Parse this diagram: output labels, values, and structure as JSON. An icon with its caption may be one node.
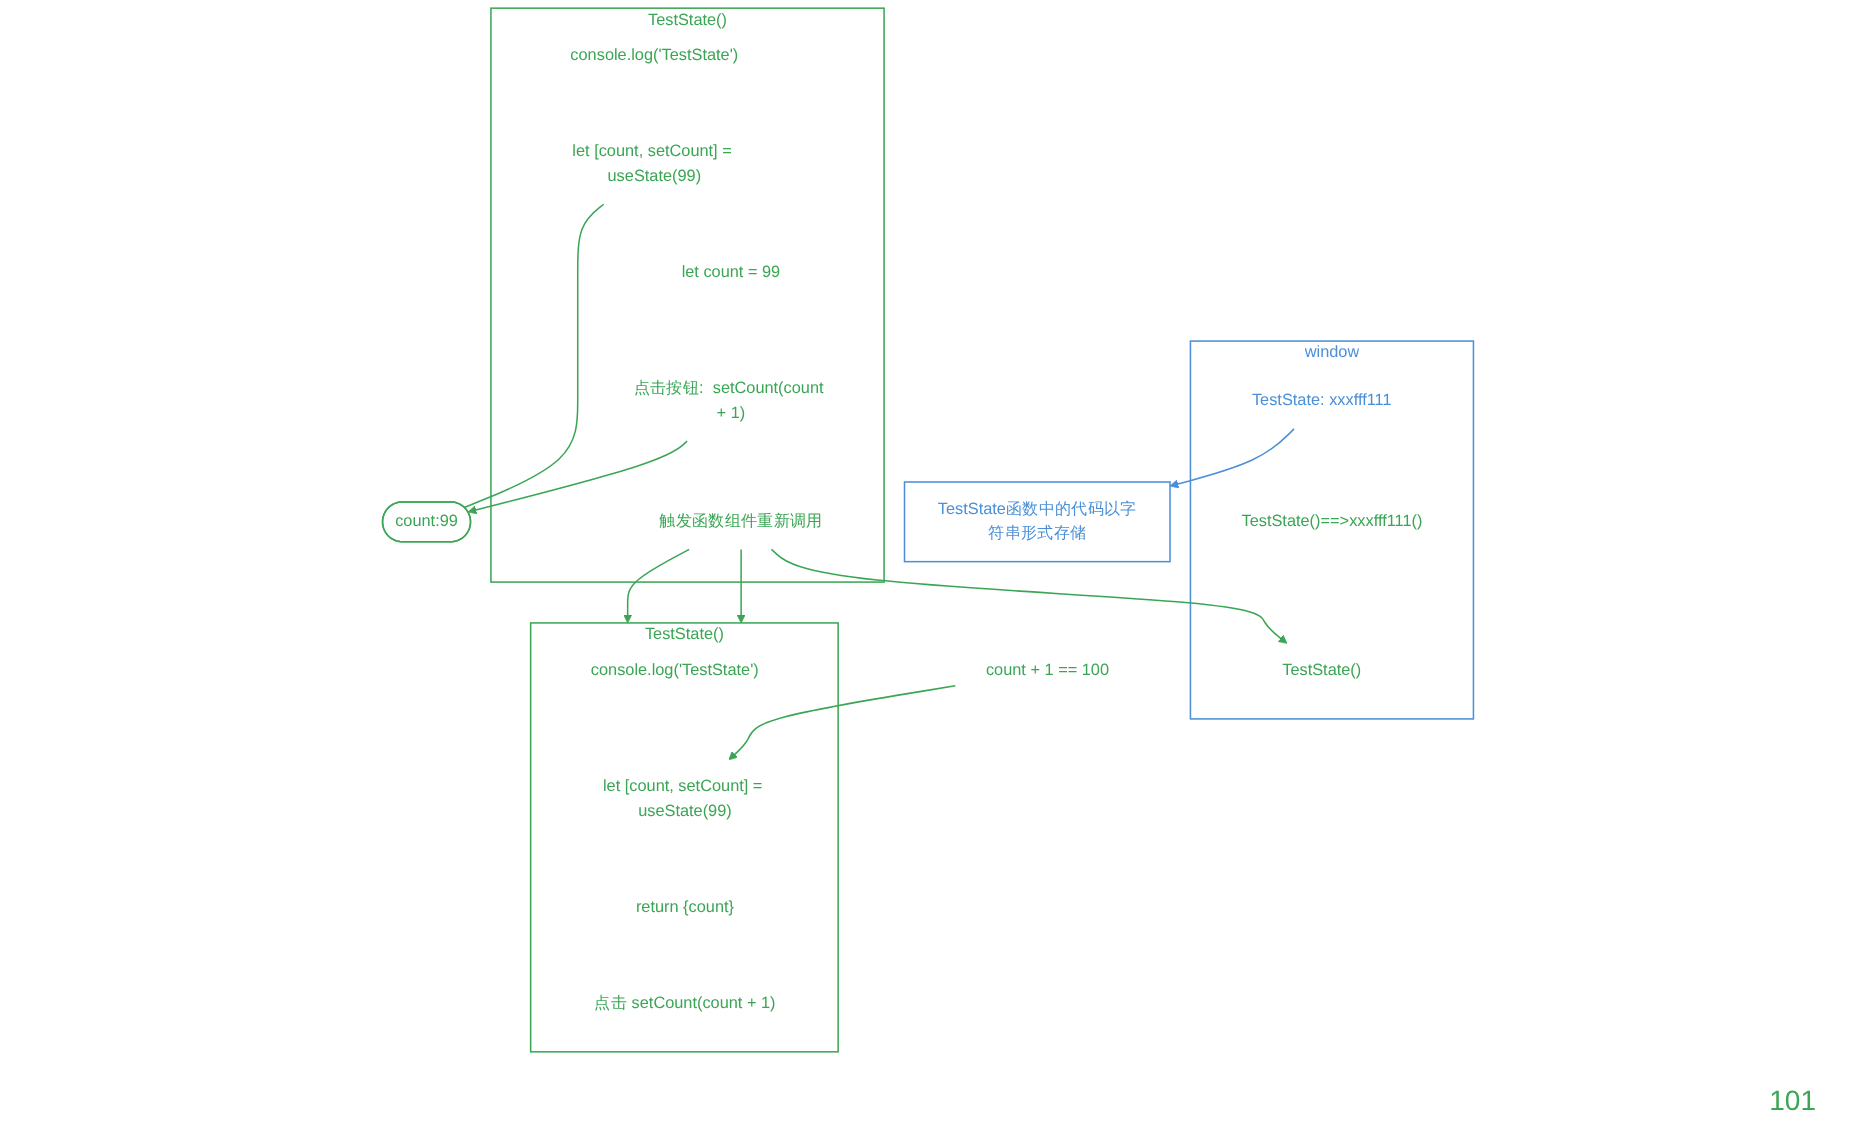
{
  "diagram": {
    "nodes": [
      {
        "text": [
          "window"
        ]
      },
      {
        "text": [
          "TestState:  xxxfff111"
        ],
        "in": 0
      },
      {
        "text": [
          "TestState()==>xxxfff111()"
        ],
        "in": 0
      },
      {
        "text": [
          "TestState()"
        ],
        "in": 0
      },
      {
        "text": [
          "TestState函数中的代码以字符串形式存储"
        ]
      },
      {
        "text": [
          "TestState()"
        ]
      },
      {
        "text": [
          "console.log('TestState')"
        ],
        "in": 5
      },
      {
        "text": [
          "let [count, setCount] = useState(99)"
        ],
        "in": 5
      },
      {
        "text": [
          "let count = 99"
        ],
        "in": 5
      },
      {
        "text": [
          "点击按钮:  setCount(count + 1)"
        ],
        "in": 5
      },
      {
        "text": [
          "触发函数组件重新调用"
        ],
        "in": 5
      },
      {
        "text": [
          "count:99"
        ]
      },
      {
        "text": [
          "count + 1 == 100"
        ]
      },
      {
        "text": [
          "TestState()"
        ]
      },
      {
        "text": [
          "console.log('TestState')"
        ],
        "in": 13
      },
      {
        "text": [
          "let [count, setCount] = useState(99)"
        ],
        "in": 13
      },
      {
        "text": [
          "return  {count}"
        ],
        "in": 13
      },
      {
        "text": [
          "点击 setCount(count + 1)"
        ],
        "in": 13
      }
    ],
    "edges": [
      {
        "from": 1,
        "to": 4,
        "arrow": "to",
        "color": "#4a8fd8"
      },
      {
        "from": 7,
        "to": 11,
        "arrow": "none"
      },
      {
        "from": 9,
        "to": 11,
        "arrow": "to"
      },
      {
        "from": 12,
        "to": 15,
        "arrow": "to"
      },
      {
        "from": 10,
        "to": 3,
        "arrow": "to"
      },
      {
        "from": 10,
        "to": 13,
        "arrow": "to"
      },
      {
        "from": 10,
        "to": 13,
        "arrow": "to"
      }
    ],
    "labels": [
      "101"
    ]
  }
}
